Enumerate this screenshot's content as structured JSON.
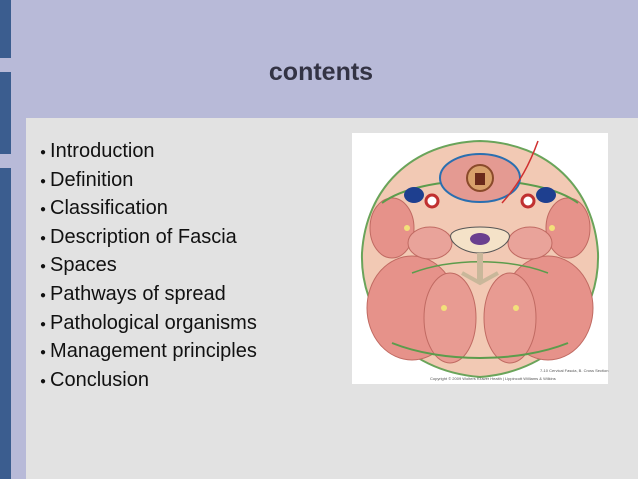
{
  "slide": {
    "title": "contents",
    "bullet_marker": "●",
    "items": [
      "Introduction",
      "Definition",
      "Classification",
      "Description of Fascia",
      "Spaces",
      "Pathways of spread",
      "Pathological organisms",
      "Management principles",
      "Conclusion"
    ],
    "figure": {
      "caption_line1": "7-10 Cervical Fascia, B. Cross Section",
      "caption_line2": "Copyright © 2009 Wolters Kluwer Health | Lippincott Williams & Wilkins"
    }
  },
  "colors": {
    "background": "#b8bad8",
    "content_panel": "#e2e2e2",
    "accent_bar": "#3b5d8f",
    "title_text": "#333344"
  }
}
